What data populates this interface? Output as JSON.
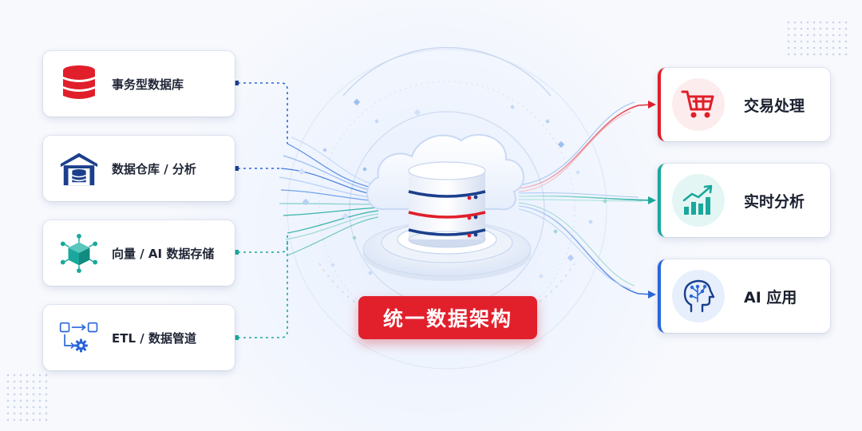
{
  "sources": [
    {
      "label": "事务型数据库",
      "icon": "database-icon",
      "color": "#e01f2a"
    },
    {
      "label": "数据仓库 / 分析",
      "icon": "warehouse-icon",
      "color": "#1b3f8c"
    },
    {
      "label": "向量 / AI 数据存储",
      "icon": "vector-cube-icon",
      "color": "#1aa89c"
    },
    {
      "label": "ETL / 数据管道",
      "icon": "pipeline-icon",
      "color": "#2a66d9"
    }
  ],
  "center": {
    "label": "统一数据架构",
    "icon": "cloud-database-icon",
    "color": "#e2202c"
  },
  "outputs": [
    {
      "label": "交易处理",
      "icon": "shopping-cart-icon",
      "color": "#e01f2a"
    },
    {
      "label": "实时分析",
      "icon": "bar-chart-trend-icon",
      "color": "#1aa89c"
    },
    {
      "label": "AI 应用",
      "icon": "ai-brain-head-icon",
      "color": "#2a66d9"
    }
  ]
}
